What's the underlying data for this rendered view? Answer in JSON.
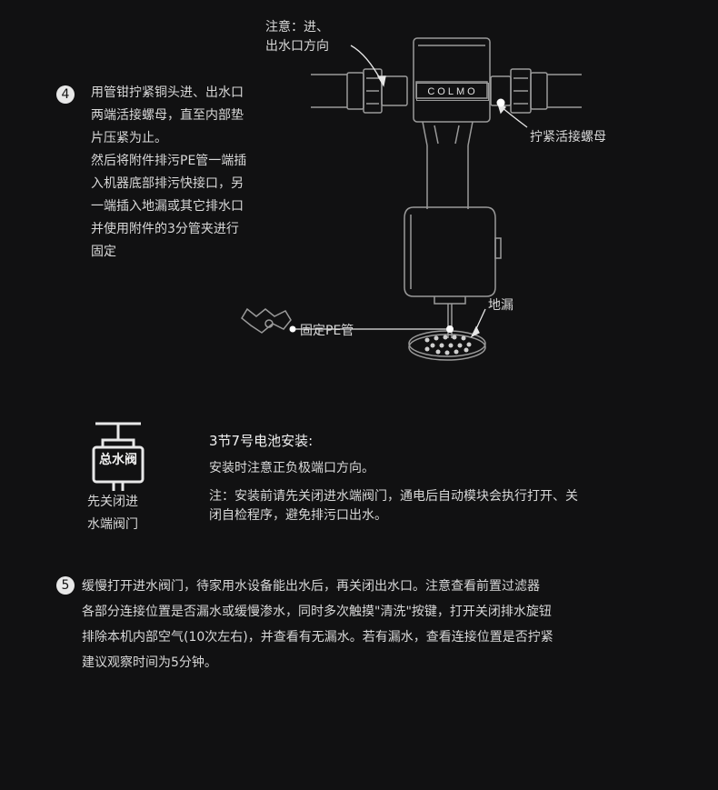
{
  "step4": {
    "number": "4",
    "lines": [
      "用管钳拧紧铜头进、出水口",
      "两端活接螺母，直至内部垫",
      "片压紧为止。",
      "然后将附件排污PE管一端插",
      "入机器底部排污快接口，另",
      "一端插入地漏或其它排水口",
      "并使用附件的3分管夹进行",
      "固定"
    ]
  },
  "diagram": {
    "note_lines": [
      "注意：进、",
      "出水口方向"
    ],
    "brand": "COLMO",
    "nut_label": "拧紧活接螺母",
    "drain_label": "地漏",
    "pe_label": "固定PE管"
  },
  "battery": {
    "title": "3节7号电池安装:",
    "desc": "安装时注意正负极端口方向。",
    "valve_label": "总水阀",
    "valve_caption": [
      "先关闭进",
      "水端阀门"
    ],
    "note_lines": [
      "注：安装前请先关闭进水端阀门，通电后自动模块会执行打开、关",
      "闭自检程序，避免排污口出水。"
    ]
  },
  "step5": {
    "number": "5",
    "lines": [
      "缓慢打开进水阀门，待家用水设备能出水后，再关闭出水口。注意查看前置过滤器",
      "各部分连接位置是否漏水或缓慢渗水，同时多次触摸\"清洗\"按键，打开关闭排水旋钮",
      "排除本机内部空气(10次左右)，并查看有无漏水。若有漏水，查看连接位置是否拧紧",
      "建议观察时间为5分钟。"
    ]
  }
}
